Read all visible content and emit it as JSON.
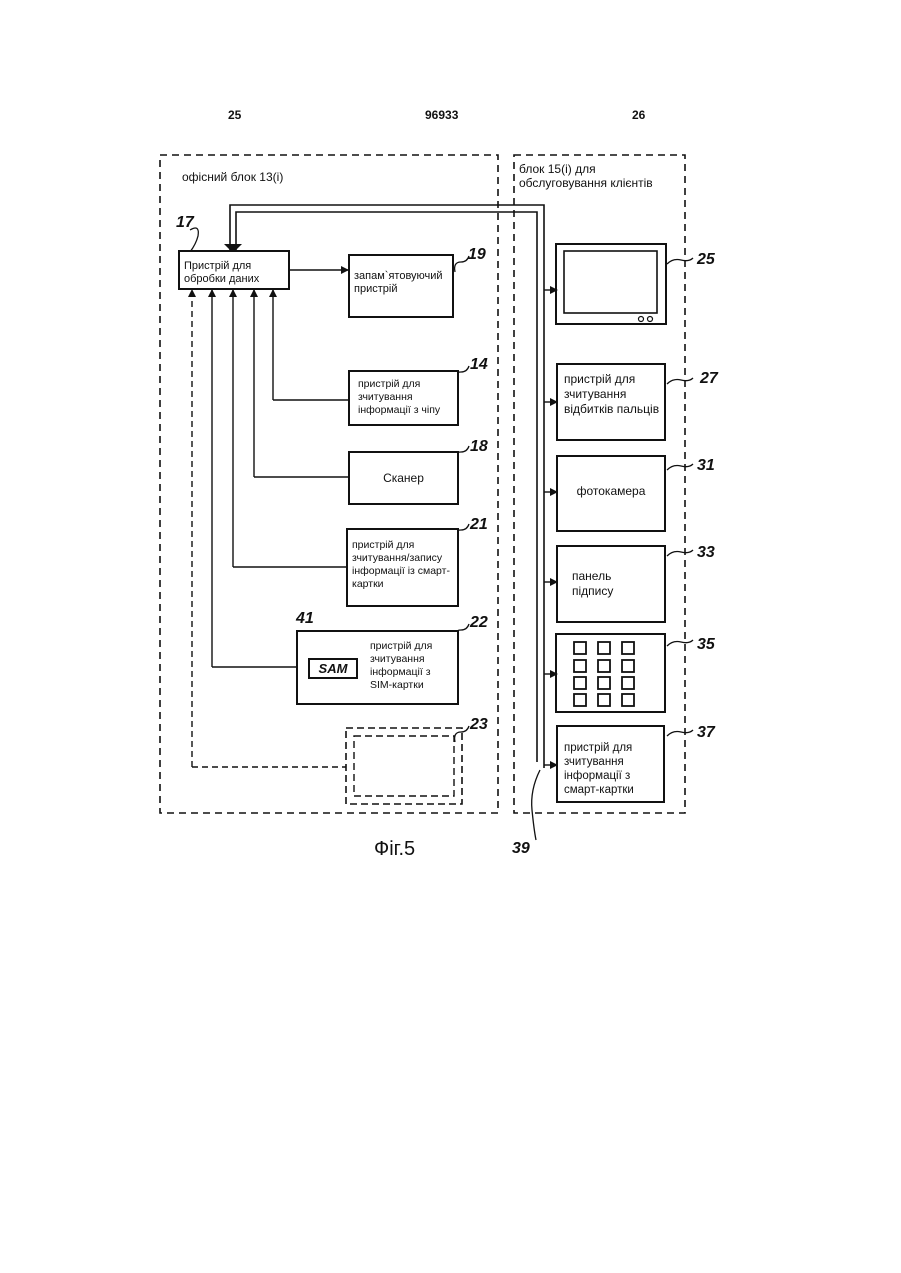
{
  "header": {
    "left_page": "25",
    "patent_number": "96933",
    "right_page": "26"
  },
  "office_block": {
    "title": "офісний блок 13(i)",
    "data_processor": {
      "label": "Пристрій для обробки даних",
      "ref": "17"
    },
    "memory": {
      "label": "запам`ятовуючий пристрій",
      "ref": "19"
    },
    "chip_reader": {
      "label": "пристрій для зчитування інформації з чіпу",
      "ref": "14"
    },
    "scanner": {
      "label": "Сканер",
      "ref": "18"
    },
    "smartcard_rw": {
      "label": "пристрій для зчитування/запису інформації із смарт-картки",
      "ref": "21"
    },
    "sim_reader": {
      "label": "пристрій для зчитування інформації з SIM-картки",
      "ref": "22",
      "sam_label": "SAM",
      "sam_ref": "41"
    },
    "unit_23": {
      "ref": "23"
    }
  },
  "client_block": {
    "title": "блок 15(i) для обслуговування клієнтів",
    "display": {
      "ref": "25"
    },
    "fingerprint": {
      "label": "пристрій для зчитування відбитків пальців",
      "ref": "27"
    },
    "camera": {
      "label": "фотокамера",
      "ref": "31"
    },
    "signature_pad": {
      "label": "панель підпису",
      "ref": "33"
    },
    "keypad": {
      "ref": "35"
    },
    "smartcard_reader": {
      "label": "пристрій для зчитування інформації з смарт-картки",
      "ref": "37"
    },
    "bus": {
      "ref": "39"
    }
  },
  "caption": "Фіг.5"
}
